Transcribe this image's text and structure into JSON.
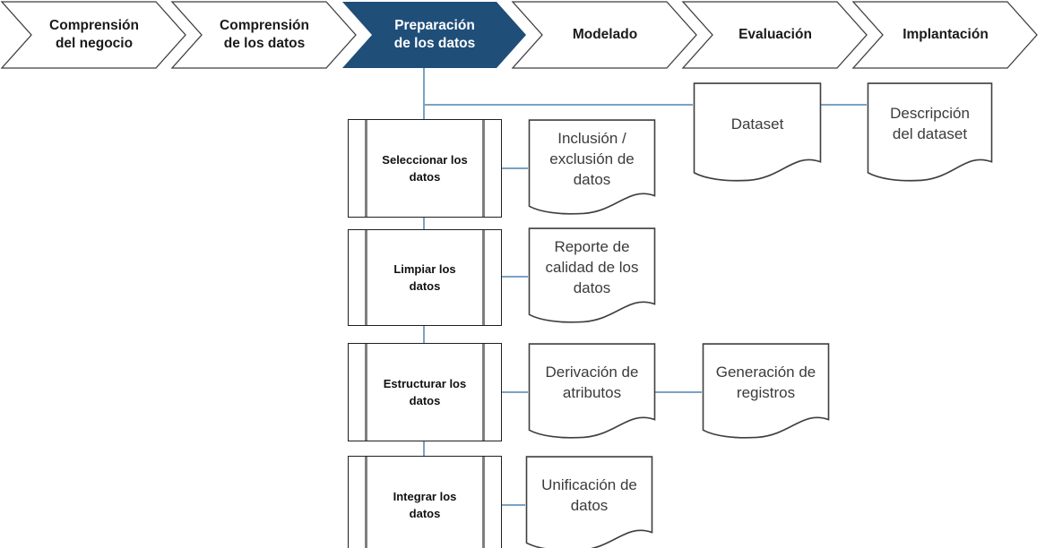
{
  "phases": [
    {
      "label": "Comprensión\ndel negocio"
    },
    {
      "label": "Comprensión\nde los datos"
    },
    {
      "label": "Preparación\nde los datos"
    },
    {
      "label": "Modelado"
    },
    {
      "label": "Evaluación"
    },
    {
      "label": "Implantación"
    }
  ],
  "active_phase": "Preparación de los datos",
  "process_steps": [
    {
      "label": "Seleccionar los\ndatos"
    },
    {
      "label": "Limpiar los\ndatos"
    },
    {
      "label": "Estructurar los\ndatos"
    },
    {
      "label": "Integrar los\ndatos"
    }
  ],
  "artifacts": {
    "dataset": "Dataset",
    "dataset_description": "Descripción\ndel dataset",
    "inclusion_exclusion": "Inclusión /\nexclusión de\ndatos",
    "quality_report": "Reporte de\ncalidad de los\ndatos",
    "attribute_derivation": "Derivación de\natributos",
    "record_generation": "Generación de\nregistros",
    "data_unification": "Unificación de\ndatos"
  },
  "colors": {
    "phase_active_fill": "#1F4E79",
    "connector": "#7BA2C4",
    "shape_border": "#3F3F3F",
    "subprocess_bar": "#7F7F7F"
  }
}
